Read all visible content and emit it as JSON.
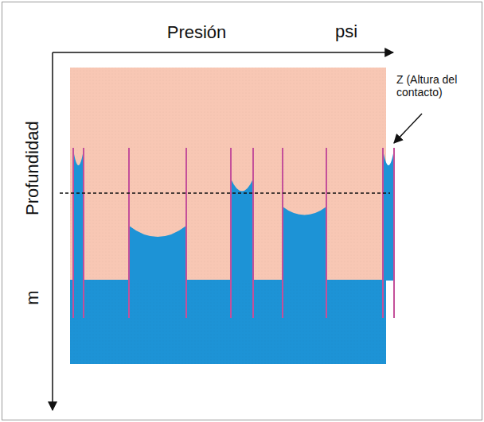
{
  "diagram": {
    "labels": [
      "Presión",
      "psi",
      "Profundidad",
      "m",
      "Z (Altura del contacto)"
    ]
  }
}
